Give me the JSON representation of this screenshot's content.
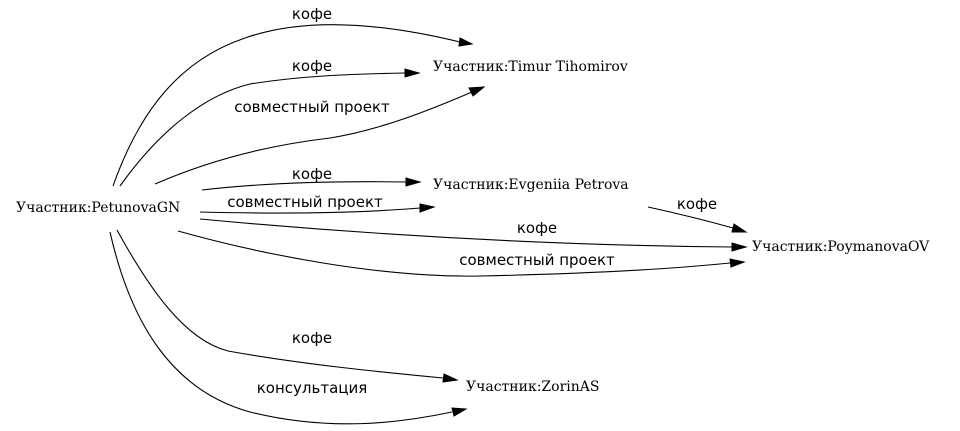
{
  "graph": {
    "nodes": {
      "petunova": "Участник:PetunovaGN",
      "timur": "Участник:Timur Tihomirov",
      "evgeniia": "Участник:Evgeniia Petrova",
      "poymanova": "Участник:PoymanovaOV",
      "zorin": "Участник:ZorinAS"
    },
    "edges": [
      {
        "from": "petunova",
        "to": "timur",
        "label": "кофе"
      },
      {
        "from": "petunova",
        "to": "timur",
        "label": "кофе"
      },
      {
        "from": "petunova",
        "to": "timur",
        "label": "совместный проект"
      },
      {
        "from": "petunova",
        "to": "evgeniia",
        "label": "кофе"
      },
      {
        "from": "petunova",
        "to": "evgeniia",
        "label": "совместный проект"
      },
      {
        "from": "petunova",
        "to": "poymanova",
        "label": "кофе"
      },
      {
        "from": "petunova",
        "to": "poymanova",
        "label": "совместный проект"
      },
      {
        "from": "evgeniia",
        "to": "poymanova",
        "label": "кофе"
      },
      {
        "from": "petunova",
        "to": "zorin",
        "label": "кофе"
      },
      {
        "from": "petunova",
        "to": "zorin",
        "label": "консультация"
      }
    ]
  }
}
